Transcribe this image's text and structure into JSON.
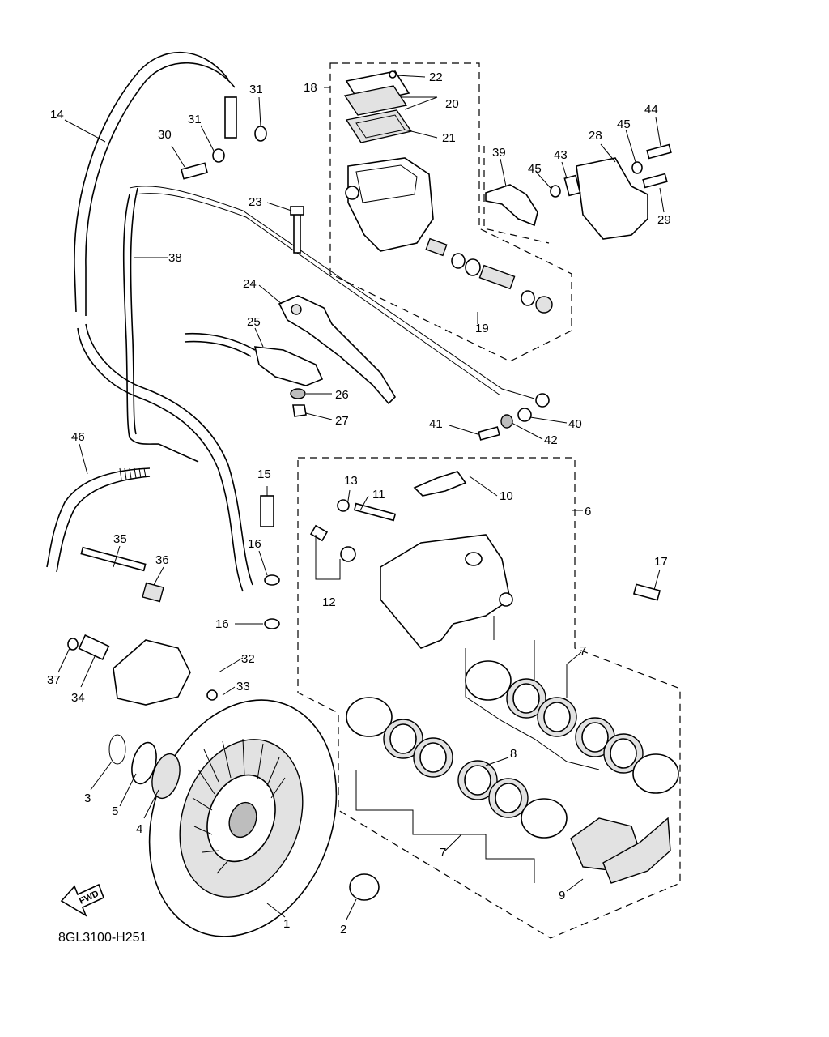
{
  "diagram": {
    "drawing_code": "8GL3100-H251",
    "fwd_arrow_label": "FWD",
    "labels": [
      {
        "id": "1",
        "text": "1"
      },
      {
        "id": "2",
        "text": "2"
      },
      {
        "id": "3",
        "text": "3"
      },
      {
        "id": "4",
        "text": "4"
      },
      {
        "id": "5",
        "text": "5"
      },
      {
        "id": "6",
        "text": "6"
      },
      {
        "id": "7a",
        "text": "7"
      },
      {
        "id": "7b",
        "text": "7"
      },
      {
        "id": "8",
        "text": "8"
      },
      {
        "id": "9",
        "text": "9"
      },
      {
        "id": "10",
        "text": "10"
      },
      {
        "id": "11",
        "text": "11"
      },
      {
        "id": "12",
        "text": "12"
      },
      {
        "id": "13",
        "text": "13"
      },
      {
        "id": "14",
        "text": "14"
      },
      {
        "id": "15",
        "text": "15"
      },
      {
        "id": "16a",
        "text": "16"
      },
      {
        "id": "16b",
        "text": "16"
      },
      {
        "id": "17",
        "text": "17"
      },
      {
        "id": "18",
        "text": "18"
      },
      {
        "id": "19",
        "text": "19"
      },
      {
        "id": "20",
        "text": "20"
      },
      {
        "id": "21",
        "text": "21"
      },
      {
        "id": "22",
        "text": "22"
      },
      {
        "id": "23",
        "text": "23"
      },
      {
        "id": "24",
        "text": "24"
      },
      {
        "id": "25",
        "text": "25"
      },
      {
        "id": "26",
        "text": "26"
      },
      {
        "id": "27",
        "text": "27"
      },
      {
        "id": "28",
        "text": "28"
      },
      {
        "id": "29",
        "text": "29"
      },
      {
        "id": "30",
        "text": "30"
      },
      {
        "id": "31a",
        "text": "31"
      },
      {
        "id": "31b",
        "text": "31"
      },
      {
        "id": "32",
        "text": "32"
      },
      {
        "id": "33",
        "text": "33"
      },
      {
        "id": "34",
        "text": "34"
      },
      {
        "id": "35",
        "text": "35"
      },
      {
        "id": "36",
        "text": "36"
      },
      {
        "id": "37",
        "text": "37"
      },
      {
        "id": "38",
        "text": "38"
      },
      {
        "id": "39",
        "text": "39"
      },
      {
        "id": "40",
        "text": "40"
      },
      {
        "id": "41",
        "text": "41"
      },
      {
        "id": "42",
        "text": "42"
      },
      {
        "id": "43",
        "text": "43"
      },
      {
        "id": "44",
        "text": "44"
      },
      {
        "id": "45a",
        "text": "45"
      },
      {
        "id": "45b",
        "text": "45"
      },
      {
        "id": "46",
        "text": "46"
      }
    ]
  }
}
